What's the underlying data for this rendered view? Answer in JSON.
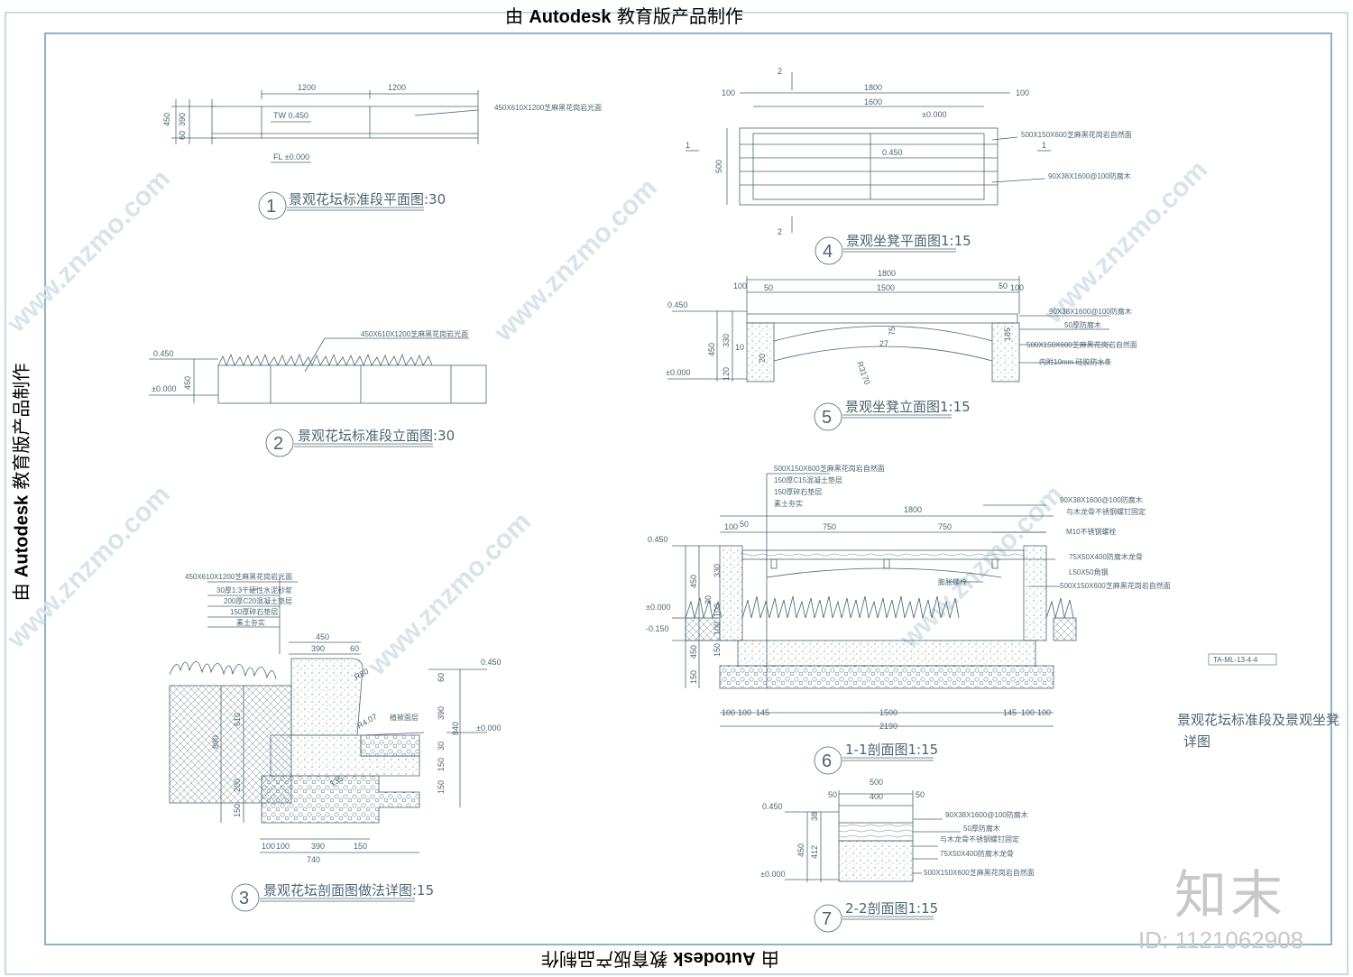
{
  "banner": {
    "prefix": "由",
    "brand": "Autodesk",
    "suffix": "教育版产品制作"
  },
  "watermark": {
    "site": "www.znzmo.com",
    "logo_text": "知末",
    "id_text": "ID: 1121062908"
  },
  "sheet_title": {
    "line1": "景观花坛标准段及景观坐凳",
    "line2": "详图",
    "stamp": "TA-ML-13-4-4"
  },
  "colors": {
    "line": "#4d6470",
    "frame": "#8fb4c7",
    "watermark": "#d9e4ea"
  },
  "details": [
    {
      "num": "1",
      "title": "景观花坛标准段平面图:30"
    },
    {
      "num": "2",
      "title": "景观花坛标准段立面图:30"
    },
    {
      "num": "3",
      "title": "景观花坛剖面图做法详图:15"
    },
    {
      "num": "4",
      "title": "景观坐凳平面图1:15"
    },
    {
      "num": "5",
      "title": "景观坐凳立面图1:15"
    },
    {
      "num": "6",
      "title": "1-1剖面图1:15"
    },
    {
      "num": "7",
      "title": "2-2剖面图1:15"
    }
  ],
  "d1": {
    "dims": [
      "1200",
      "1200",
      "450",
      "390",
      "60"
    ],
    "levels": [
      "TW 0.450",
      "FL ±0.000"
    ],
    "note": "450X610X1200芝麻黑花岗岩光面"
  },
  "d2": {
    "levels": [
      "0.450",
      "±0.000"
    ],
    "dim": "450",
    "note": "450X610X1200芝麻黑花岗岩光面"
  },
  "d3": {
    "notes": [
      "450X610X1200芝麻黑花岗岩光面",
      "30厚1:3干硬性水泥砂浆",
      "200厚C20混凝土垫层",
      "150厚碎石垫层",
      "素土夯实"
    ],
    "top_dims": [
      "450",
      "390",
      "60"
    ],
    "left_dims": [
      "890",
      "610",
      "200",
      "150"
    ],
    "right_dims": [
      "60",
      "390",
      "840",
      "30",
      "150",
      "150"
    ],
    "bottom_dims": [
      "100",
      "100",
      "390",
      "150",
      "740"
    ],
    "misc": [
      "R80",
      "R4.07",
      "135",
      "植被面层"
    ],
    "levels": [
      "0.450",
      "±0.000"
    ]
  },
  "d4": {
    "dims": [
      "100",
      "1800",
      "100",
      "1600",
      "500"
    ],
    "levels": [
      "±0.000",
      "0.450"
    ],
    "notes": [
      "500X150X600芝麻黑花岗岩自然面",
      "90X38X1600@100防腐木"
    ],
    "section_marks": [
      "1",
      "2"
    ]
  },
  "d5": {
    "top_dims": [
      "1800",
      "100",
      "50",
      "1500",
      "50",
      "100"
    ],
    "side_dims": [
      "450",
      "330",
      "10",
      "120",
      "20"
    ],
    "levels": [
      "0.450",
      "±0.000"
    ],
    "misc": [
      "75",
      "27",
      "R3170",
      "185"
    ],
    "notes": [
      "90X38X1600@100防腐木",
      "50厚防腐木",
      "500X150X600芝麻黑花岗岩自然面",
      "内附10mm 硅胶防水条"
    ]
  },
  "d6": {
    "top_notes": [
      "500X150X600芝麻黑花岗岩自然面",
      "150厚C15混凝土垫层",
      "150厚碎石垫层",
      "素土夯实"
    ],
    "right_notes": [
      "90X38X1600@100防腐木",
      "与木龙骨不锈钢螺钉固定",
      "M10不锈钢螺栓",
      "75X50X400防腐木龙骨",
      "L50X50角钢",
      "500X150X600芝麻黑花岗岩自然面"
    ],
    "top_dims": [
      "1800",
      "100",
      "50",
      "750",
      "750"
    ],
    "left_dims": [
      "450",
      "330",
      "20",
      "100",
      "100",
      "150",
      "450",
      "150"
    ],
    "bottom_dims": [
      "100",
      "100",
      "145",
      "1500",
      "145",
      "100",
      "100",
      "2190"
    ],
    "levels": [
      "0.450",
      "±0.000",
      "-0.150"
    ],
    "misc": [
      "膨胀螺栓"
    ]
  },
  "d7": {
    "dims": [
      "500",
      "50",
      "400",
      "50",
      "38",
      "450",
      "412"
    ],
    "levels": [
      "0.450",
      "±0.000"
    ],
    "notes": [
      "90X38X1600@100防腐木",
      "50厚防腐木",
      "与木龙骨不锈钢螺钉固定",
      "75X50X400防腐木龙骨",
      "500X150X600芝麻黑花岗岩自然面"
    ]
  }
}
